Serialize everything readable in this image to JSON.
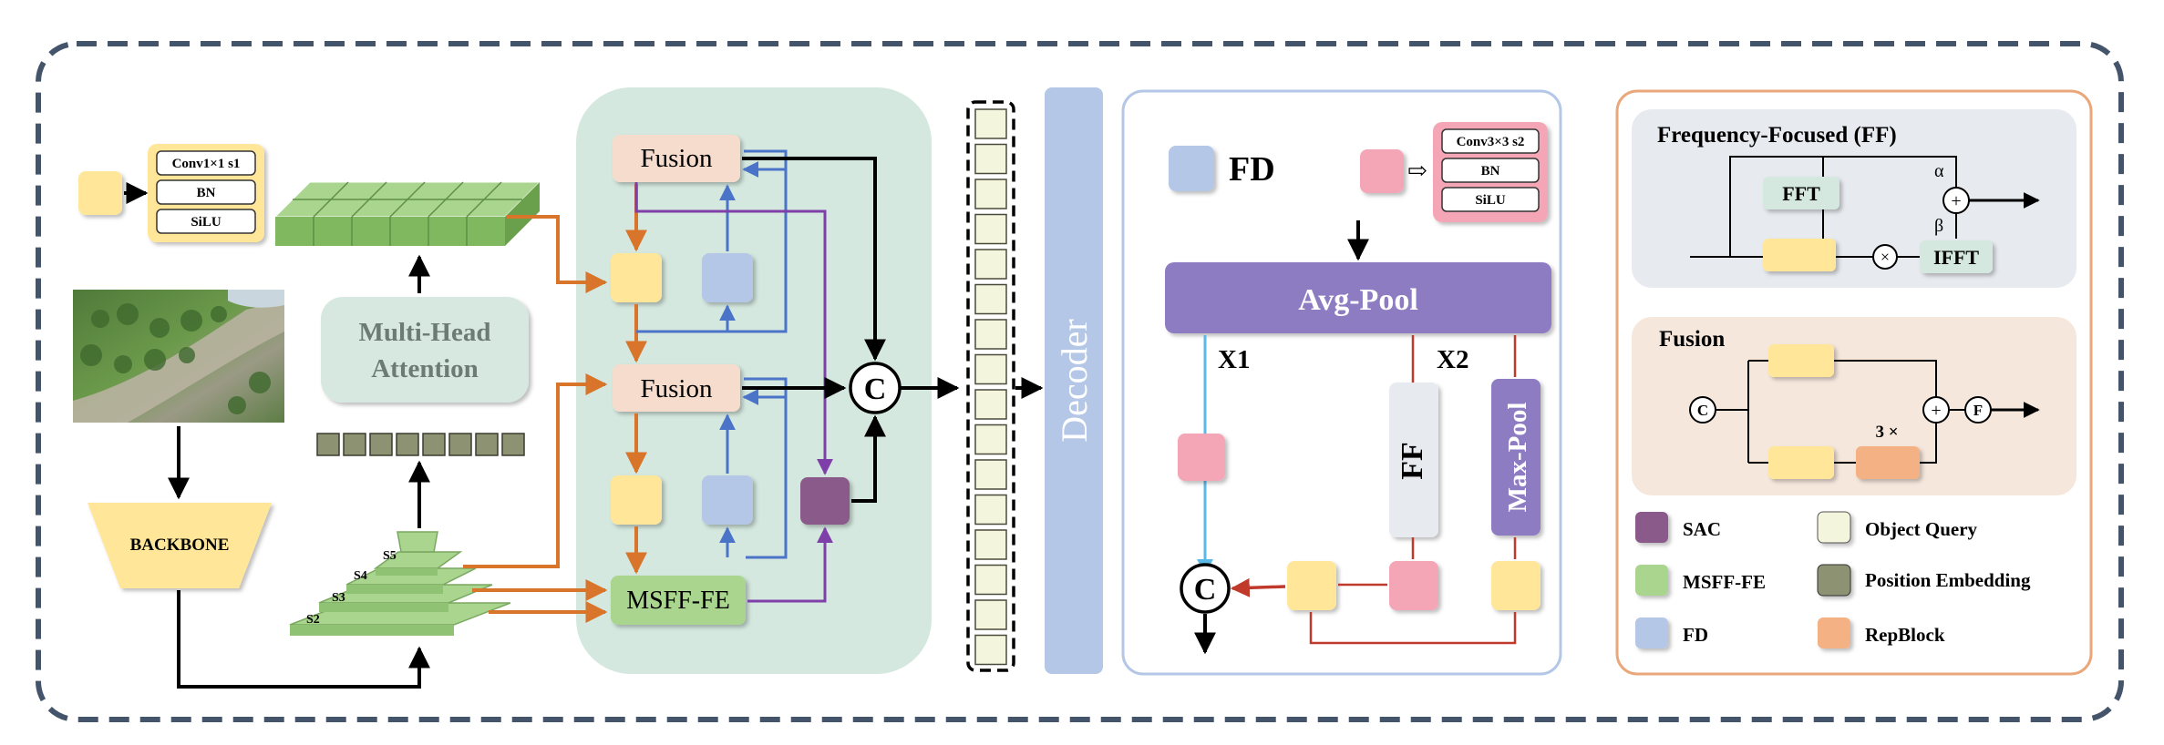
{
  "stem_block": {
    "layers": [
      "Conv1×1 s1",
      "BN",
      "SiLU"
    ]
  },
  "backbone": {
    "label": "BACKBONE"
  },
  "pyramid": {
    "levels": [
      "S5",
      "S4",
      "S3",
      "S2"
    ]
  },
  "attention": {
    "line1": "Multi-Head",
    "line2": "Attention"
  },
  "center": {
    "fusion_top": "Fusion",
    "fusion_mid": "Fusion",
    "msff_fe": "MSFF-FE",
    "concat": "C"
  },
  "decoder": {
    "label": "Decoder"
  },
  "fd_panel": {
    "title": "FD",
    "conv_layers": [
      "Conv3×3 s2",
      "BN",
      "SiLU"
    ],
    "avg_pool": "Avg-Pool",
    "x1": "X1",
    "x2": "X2",
    "ff": "FF",
    "max_pool": "Max-Pool",
    "concat": "C"
  },
  "ff_panel": {
    "title": "Frequency-Focused (FF)",
    "fft": "FFT",
    "ifft": "IFFT",
    "alpha": "α",
    "beta": "β",
    "plus": "+",
    "times": "×"
  },
  "fusion_panel": {
    "title": "Fusion",
    "c": "C",
    "repeat": "3 ×",
    "plus": "+",
    "f": "F"
  },
  "legend": [
    {
      "label": "SAC",
      "color": "#8a5a8a"
    },
    {
      "label": "Object Query",
      "color": "#f3f5dc"
    },
    {
      "label": "MSFF-FE",
      "color": "#a9d58e"
    },
    {
      "label": "Position Embedding",
      "color": "#8c9272"
    },
    {
      "label": "FD",
      "color": "#b4c7e7"
    },
    {
      "label": "RepBlock",
      "color": "#f4b183"
    }
  ],
  "colors": {
    "orange": "#d9752b",
    "blue": "#4b74c9",
    "purple": "#7e3fa8",
    "red": "#c0392b",
    "lightblue": "#5bb9e8",
    "yellow": "#ffe699",
    "green": "#a9d58e",
    "peach": "#f6dccd",
    "pink": "#f4a6b6",
    "fd_blue": "#b4c7e7",
    "pool_purple": "#8e7cc3"
  }
}
